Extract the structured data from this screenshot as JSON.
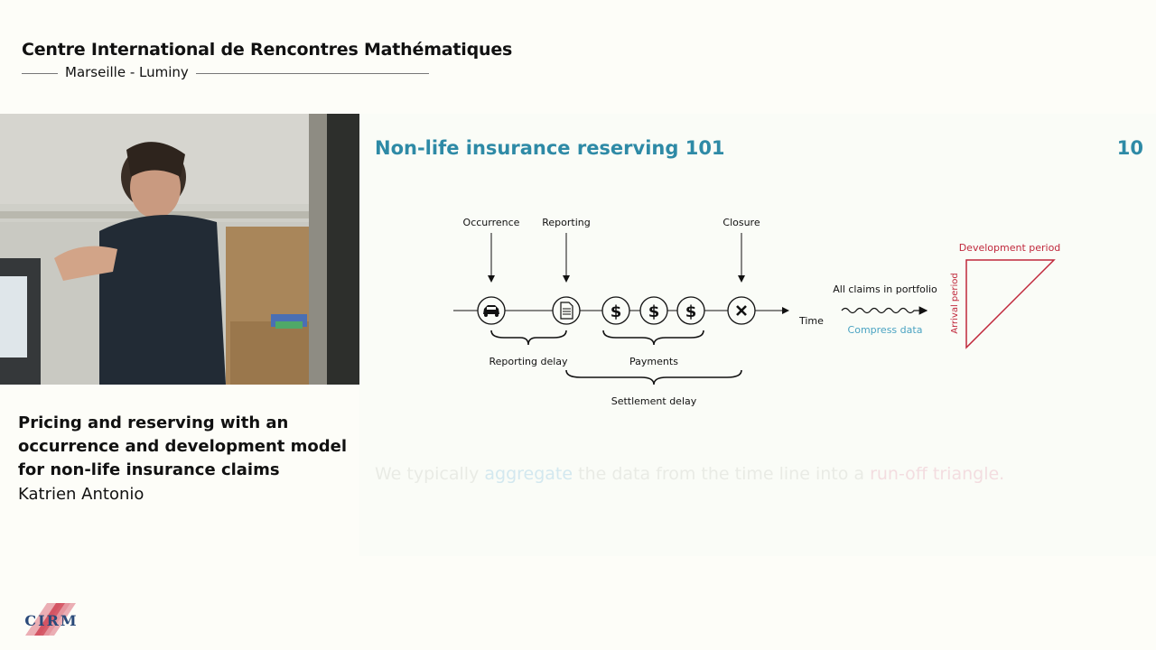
{
  "header": {
    "org_title": "Centre International de Rencontres Mathématiques",
    "org_subtitle": "Marseille - Luminy"
  },
  "talk": {
    "title": "Pricing and reserving with an occurrence and development model for non-life insurance claims",
    "speaker": "Katrien Antonio"
  },
  "logo": {
    "text": "CIRM"
  },
  "slide": {
    "title": "Non-life insurance reserving 101",
    "number": "10",
    "timeline": {
      "event_labels": {
        "occurrence": "Occurrence",
        "reporting": "Reporting",
        "closure": "Closure"
      },
      "axis_label": "Time",
      "icons": [
        "car-icon",
        "document-icon",
        "dollar-icon",
        "dollar-icon",
        "dollar-icon",
        "close-icon"
      ],
      "payment_symbol": "$",
      "brace_labels": {
        "reporting_delay": "Reporting delay",
        "payments": "Payments",
        "settlement_delay": "Settlement delay"
      }
    },
    "compression": {
      "top_label": "All claims in portfolio",
      "bottom_label": "Compress data"
    },
    "triangle": {
      "top_label": "Development period",
      "side_label": "Arrival period"
    },
    "text": {
      "part1": "We typically ",
      "highlight1": "aggregate",
      "part2": " the data from the time line into a ",
      "highlight2": "run-off triangle."
    },
    "colors": {
      "title": "#2e8aa6",
      "accent_blue": "#4aa3c2",
      "accent_red": "#c0283c"
    }
  }
}
